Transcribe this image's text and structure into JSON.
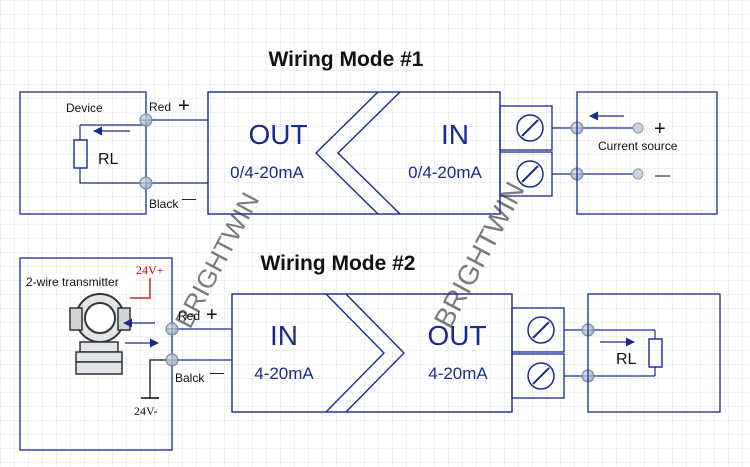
{
  "mode1": {
    "title": "Wiring Mode #1",
    "device_label": "Device",
    "rl_label": "RL",
    "red_label": "Red",
    "black_label": "Black",
    "plus_sign": "+",
    "minus_sign": "—",
    "out_label": "OUT",
    "out_range": "0/4-20mA",
    "in_label": "IN",
    "in_range": "0/4-20mA",
    "source_label": "Current source",
    "source_plus": "+",
    "source_minus": "—"
  },
  "mode2": {
    "title": "Wiring Mode #2",
    "transmitter_label": "2-wire transmitter",
    "v_plus": "24V+",
    "v_minus": "24V-",
    "red_label": "Red",
    "black_label": "Balck",
    "plus_sign": "+",
    "minus_sign": "—",
    "in_label": "IN",
    "in_range": "4-20mA",
    "out_label": "OUT",
    "out_range": "4-20mA",
    "rl_label": "RL"
  },
  "watermark": "BRIGHTWIN",
  "colors": {
    "line": "#1a2a8f",
    "text": "#111111",
    "terminal": "#b9c7d6",
    "red_wire": "#c00000"
  }
}
